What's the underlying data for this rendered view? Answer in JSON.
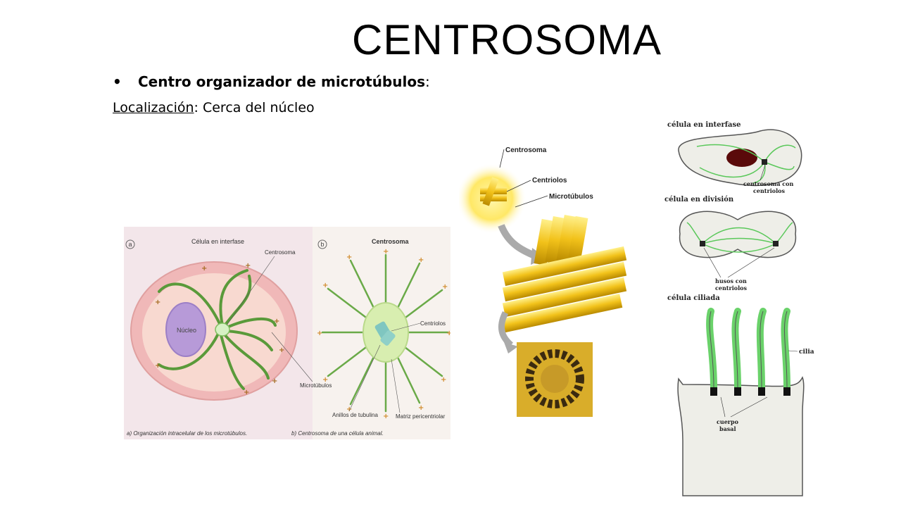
{
  "slide": {
    "title": "CENTROSOMA",
    "bullet": {
      "bold": "Centro organizador de microtúbulos",
      "suffix": ":"
    },
    "location": {
      "label": "Localización",
      "text": ": Cerca del núcleo"
    }
  },
  "figure_cell": {
    "panel_a_letter": "a",
    "panel_b_letter": "b",
    "title_a": "Célula en interfase",
    "title_b": "Centrosoma",
    "nucleus": "Núcleo",
    "centrosome": "Centrosoma",
    "microtubules": "Microtúbulos",
    "centrioles": "Centriolos",
    "tubulin_rings": "Anillos de tubulina",
    "pericentriolar": "Matriz pericentriolar",
    "caption_a": "a) Organización intracelular de los microtúbulos.",
    "caption_b": "b) Centrosoma de una célula animal."
  },
  "figure_yellow": {
    "centrosome": "Centrosoma",
    "centrioles": "Centriolos",
    "microtubules": "Microtúbulos"
  },
  "figure_right": {
    "interphase": "célula en interfase",
    "centrosome_with": "centrosoma con",
    "centrioles": "centriolos",
    "division": "célula en división",
    "spindles_with": "husos con",
    "spindles_centrioles": "centriolos",
    "ciliated": "célula ciliada",
    "cilia": "cilia",
    "basal1": "cuerpo",
    "basal2": "basal"
  }
}
